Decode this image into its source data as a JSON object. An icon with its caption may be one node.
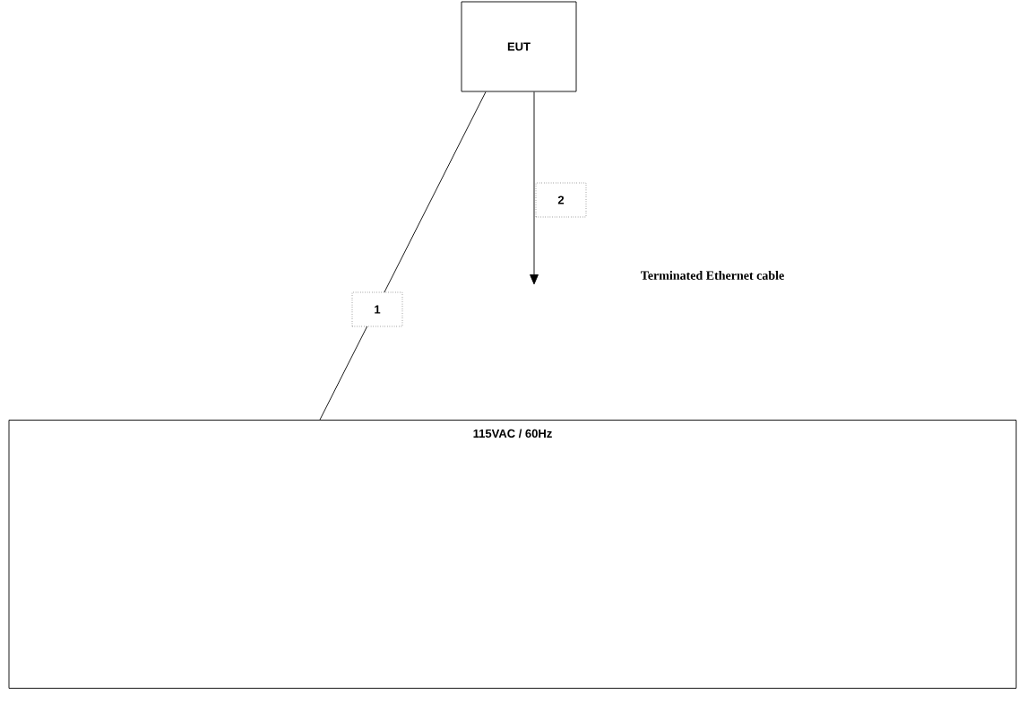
{
  "diagram": {
    "nodes": [
      {
        "text": [
          "EUT"
        ]
      },
      {
        "text": [
          "115VAC / 60Hz"
        ]
      }
    ],
    "edges": [
      {
        "from": 0,
        "to": 1,
        "arrow": "none",
        "label": "1"
      },
      {
        "from": 0,
        "to": null,
        "arrow": "to",
        "label": "2"
      }
    ],
    "labels": [
      "Terminated Ethernet cable"
    ]
  }
}
